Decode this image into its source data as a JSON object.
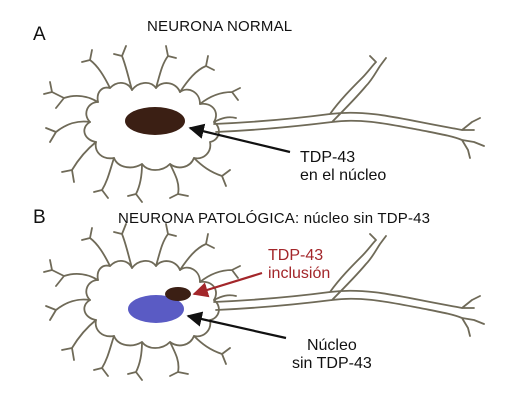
{
  "panel_a": {
    "letter": "A",
    "title": "NEURONA NORMAL",
    "annotation": {
      "line1": "TDP-43",
      "line2": "en el núcleo"
    }
  },
  "panel_b": {
    "letter": "B",
    "title": "NEURONA PATOLÓGICA: núcleo sin TDP-43",
    "inclusion_annotation": {
      "line1": "TDP-43",
      "line2": "inclusión"
    },
    "nucleus_annotation": {
      "line1": "Núcleo",
      "line2": "sin TDP-43"
    }
  },
  "colors": {
    "outline": "#6f6a58",
    "tdp43_nucleus": "#3b1f14",
    "inclusion": "#3b1f14",
    "empty_nucleus": "#5a5bc4",
    "red_text": "#a3262a",
    "arrow": "#111111"
  }
}
